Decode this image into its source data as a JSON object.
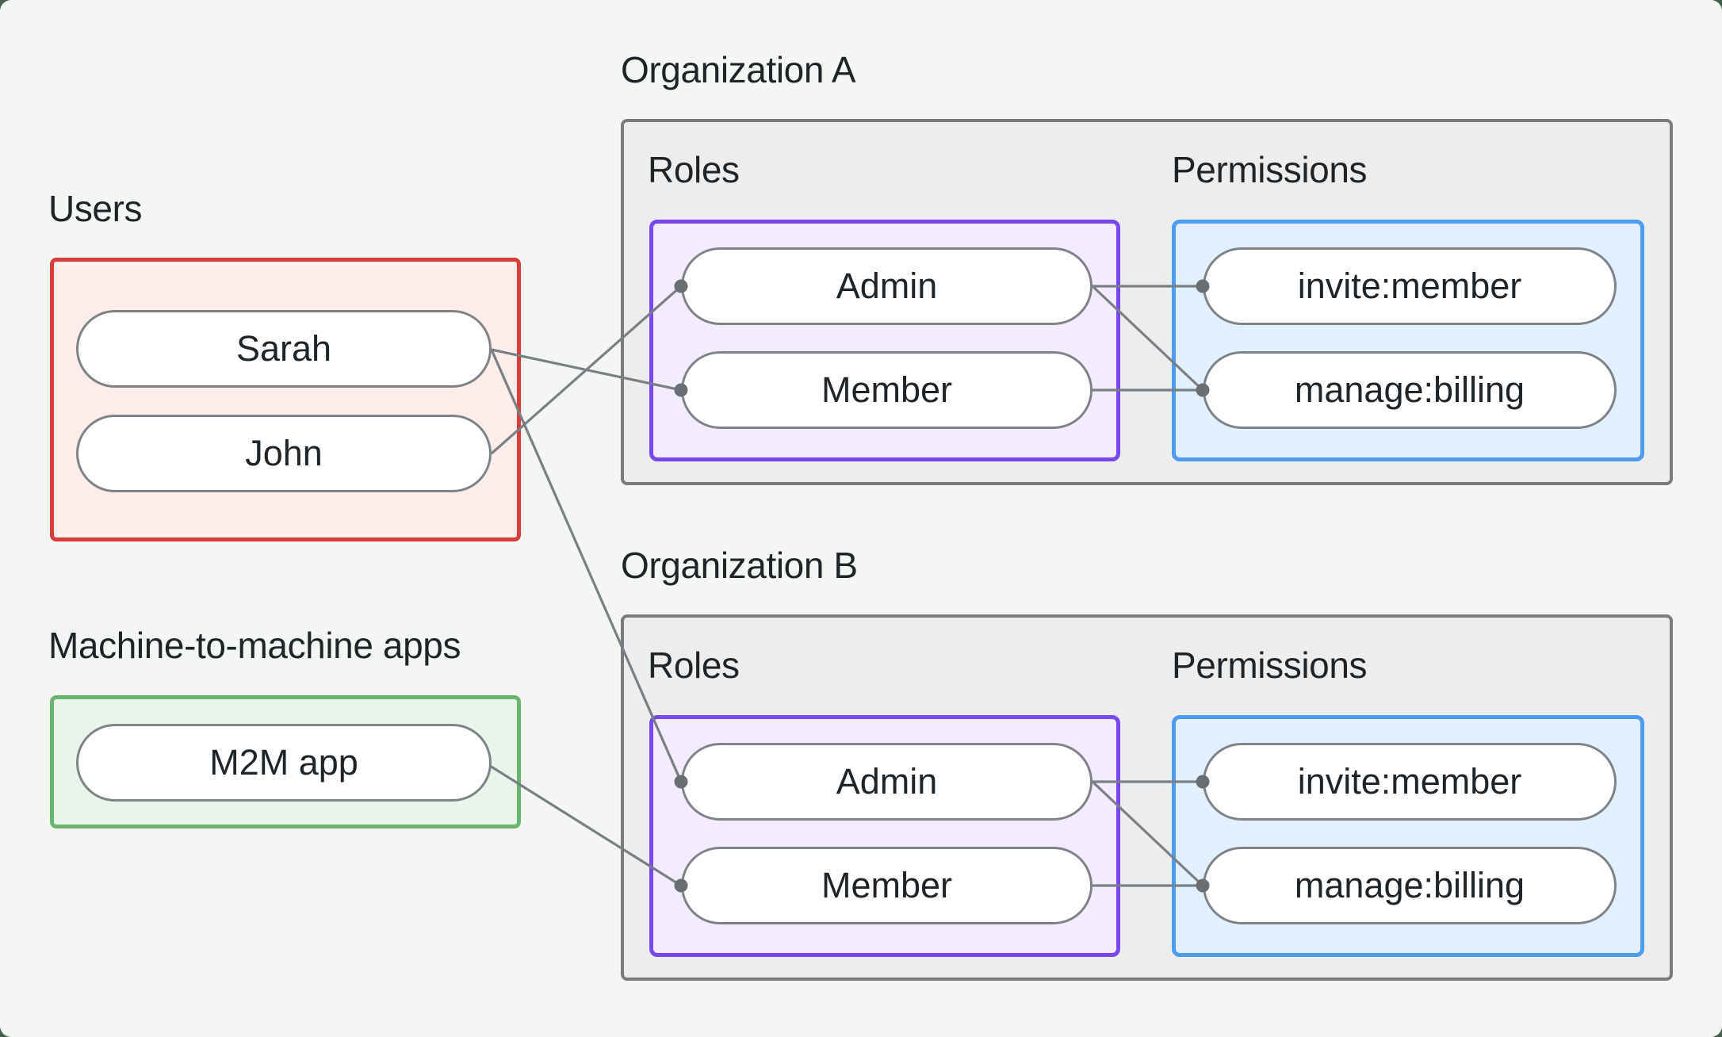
{
  "page": {
    "background": "#f4f6f3",
    "frame_background": "#42604b"
  },
  "colors": {
    "page-bg": "#f4f6f3",
    "frame-bg": "#42604b",
    "text": "#1f2428",
    "line": "#7a7f84",
    "dot": "#696e73",
    "pill-bg": "#ffffff",
    "pill-border": "#7e8388",
    "org-bg": "#ededed",
    "org-border": "#7b7b7b",
    "users-border": "#d83c3c",
    "users-bg": "#fcecea",
    "m2m-border": "#6ab56e",
    "m2m-bg": "#e9f5ea",
    "roles-border": "#7747f2",
    "roles-bg": "#f2ecfe",
    "permissions-border": "#4b9cf5",
    "permissions-bg": "#e2f0fd"
  },
  "users_section": {
    "title": "Users",
    "items": [
      "Sarah",
      "John"
    ]
  },
  "m2m_section": {
    "title": "Machine-to-machine apps",
    "items": [
      "M2M app"
    ]
  },
  "organizations": [
    {
      "title": "Organization A",
      "roles_label": "Roles",
      "permissions_label": "Permissions",
      "roles": [
        "Admin",
        "Member"
      ],
      "permissions": [
        "invite:member",
        "manage:billing"
      ]
    },
    {
      "title": "Organization B",
      "roles_label": "Roles",
      "permissions_label": "Permissions",
      "roles": [
        "Admin",
        "Member"
      ],
      "permissions": [
        "invite:member",
        "manage:billing"
      ]
    }
  ],
  "connections": [
    {
      "from": "Sarah",
      "to": "Organization A / Member"
    },
    {
      "from": "Sarah",
      "to": "Organization B / Admin"
    },
    {
      "from": "John",
      "to": "Organization A / Admin"
    },
    {
      "from": "M2M app",
      "to": "Organization B / Member"
    },
    {
      "from": "Organization A / Admin",
      "to": "Organization A / invite:member"
    },
    {
      "from": "Organization A / Admin",
      "to": "Organization A / manage:billing"
    },
    {
      "from": "Organization A / Member",
      "to": "Organization A / manage:billing"
    },
    {
      "from": "Organization B / Admin",
      "to": "Organization B / invite:member"
    },
    {
      "from": "Organization B / Admin",
      "to": "Organization B / manage:billing"
    },
    {
      "from": "Organization B / Member",
      "to": "Organization B / manage:billing"
    }
  ]
}
